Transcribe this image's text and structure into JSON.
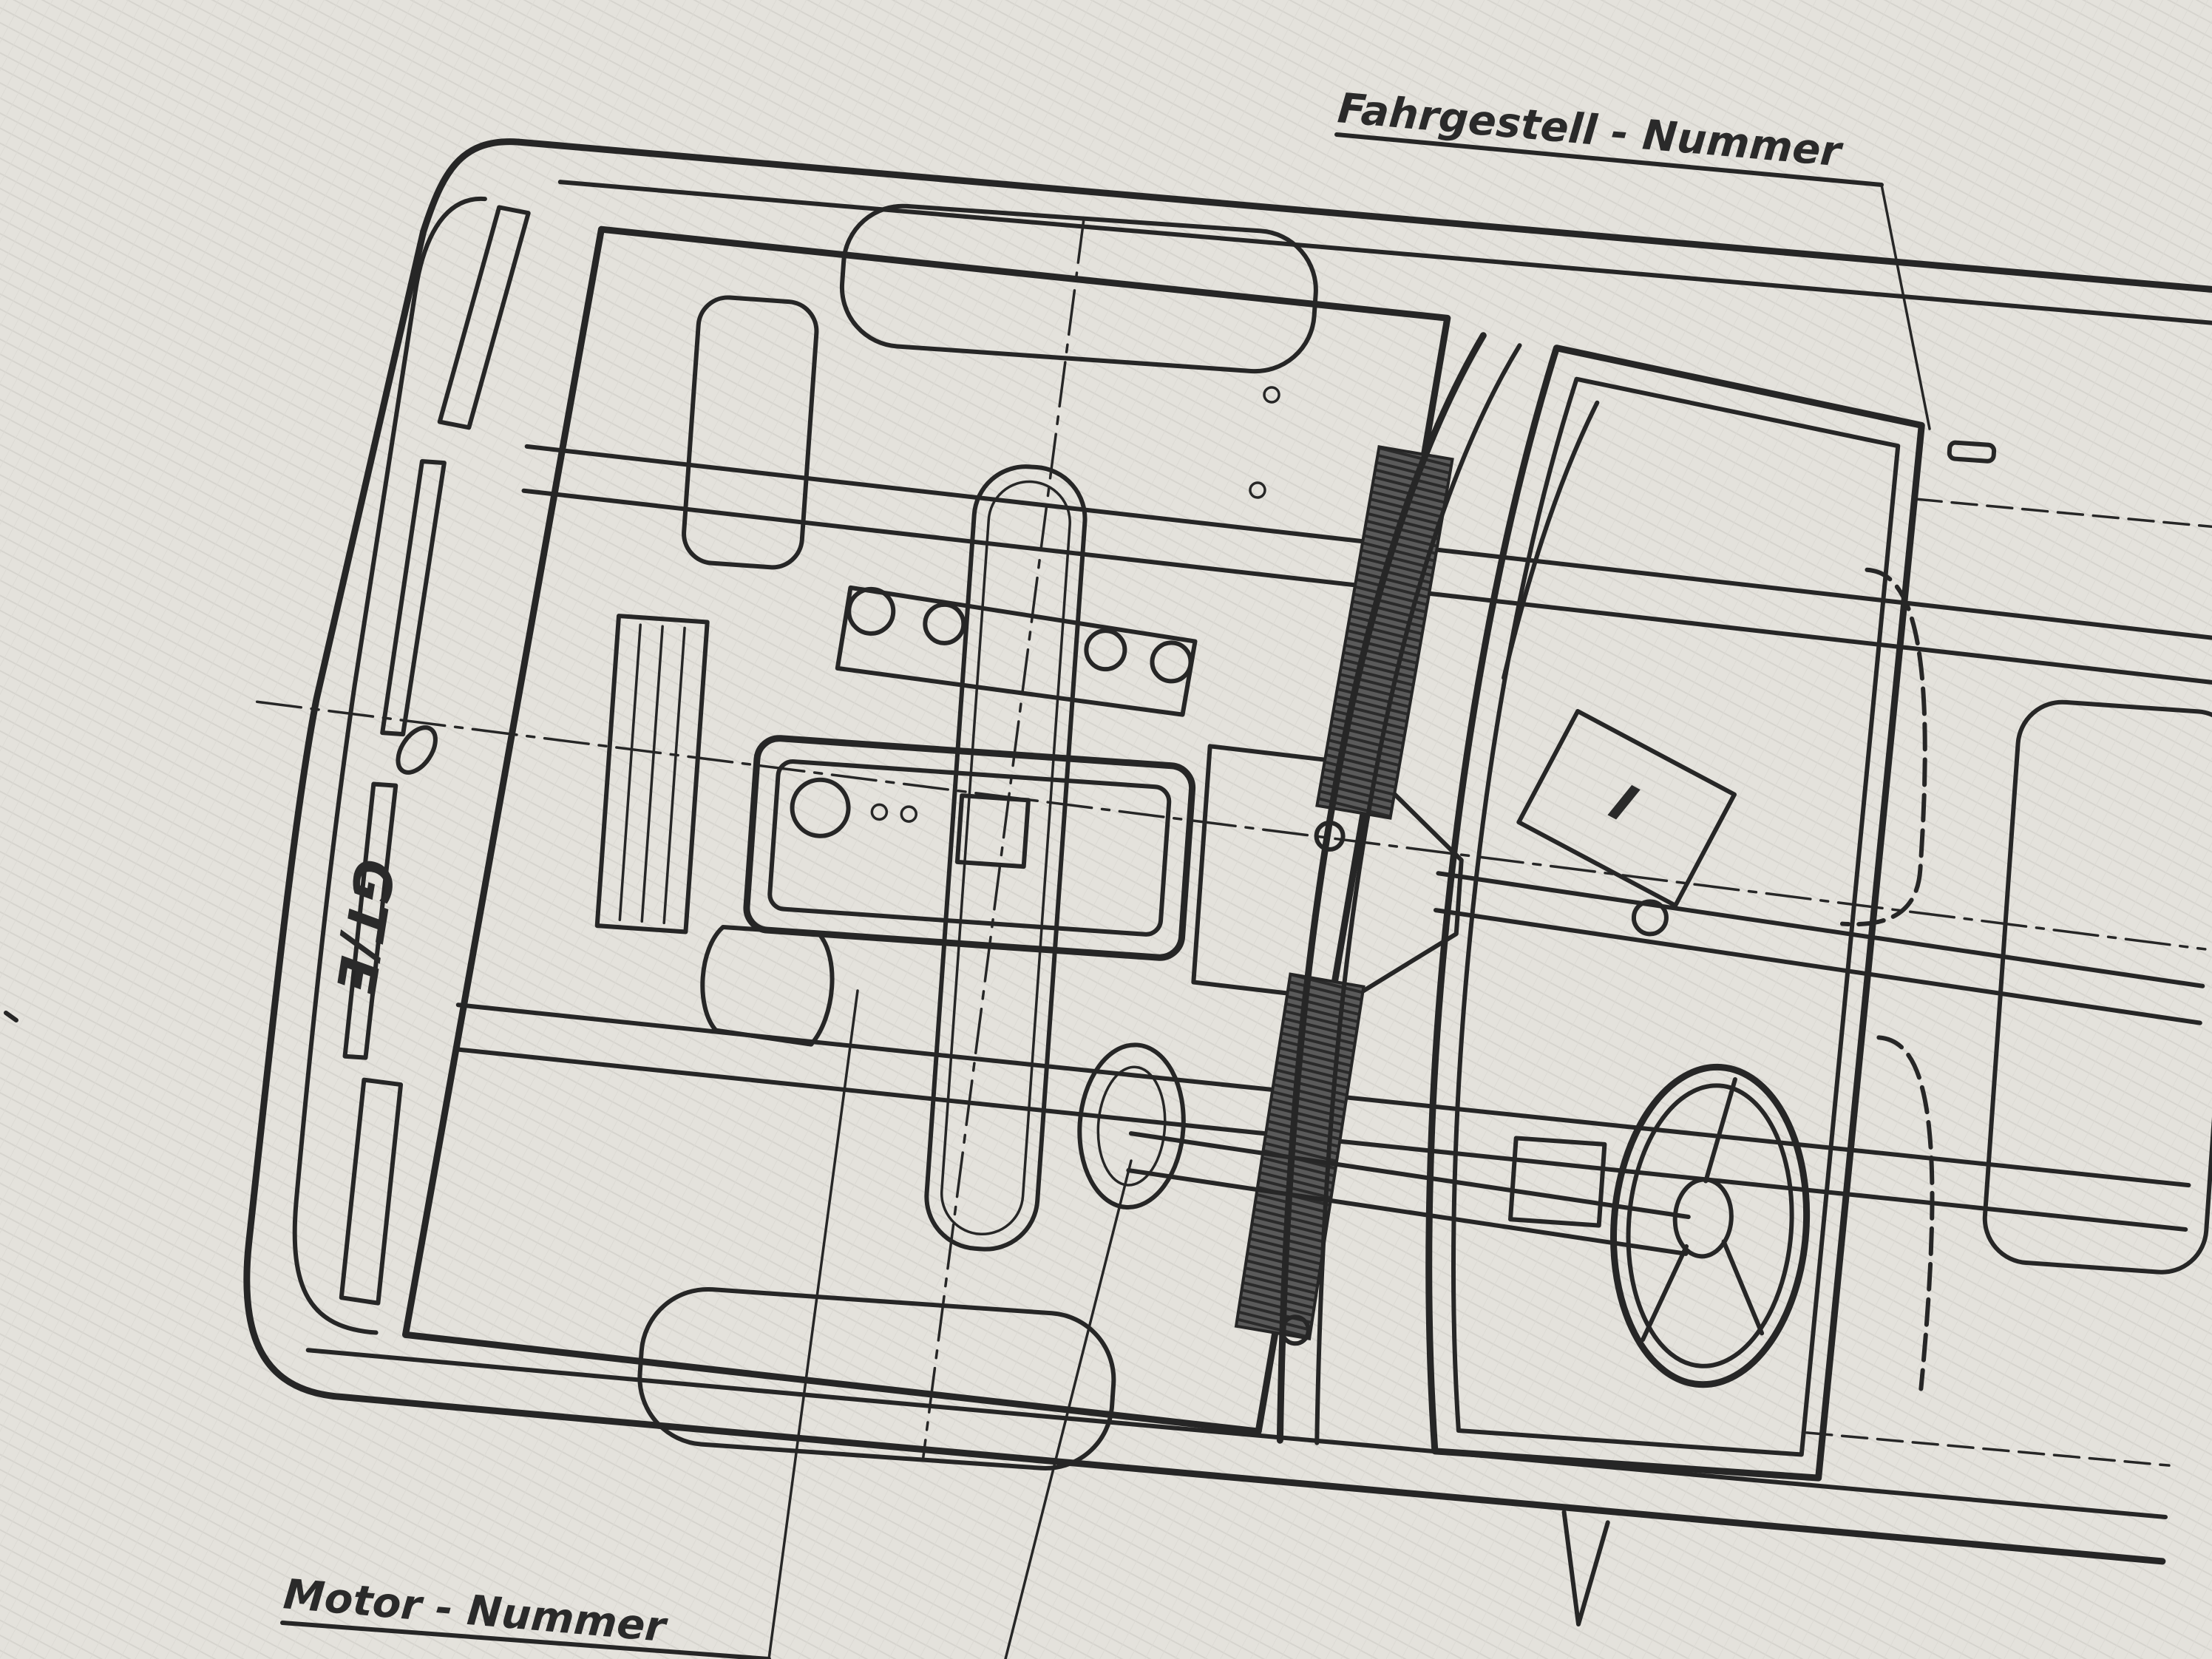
{
  "labels": {
    "chassis_number": "Fahrgestell - Nummer",
    "engine_number": "Motor - Nummer",
    "badge": "GT/E",
    "gearbox_mark": "I"
  },
  "colors": {
    "paper": "#e4e2dc",
    "ink": "#262626",
    "vent_hatch": "#3a3a3a"
  }
}
